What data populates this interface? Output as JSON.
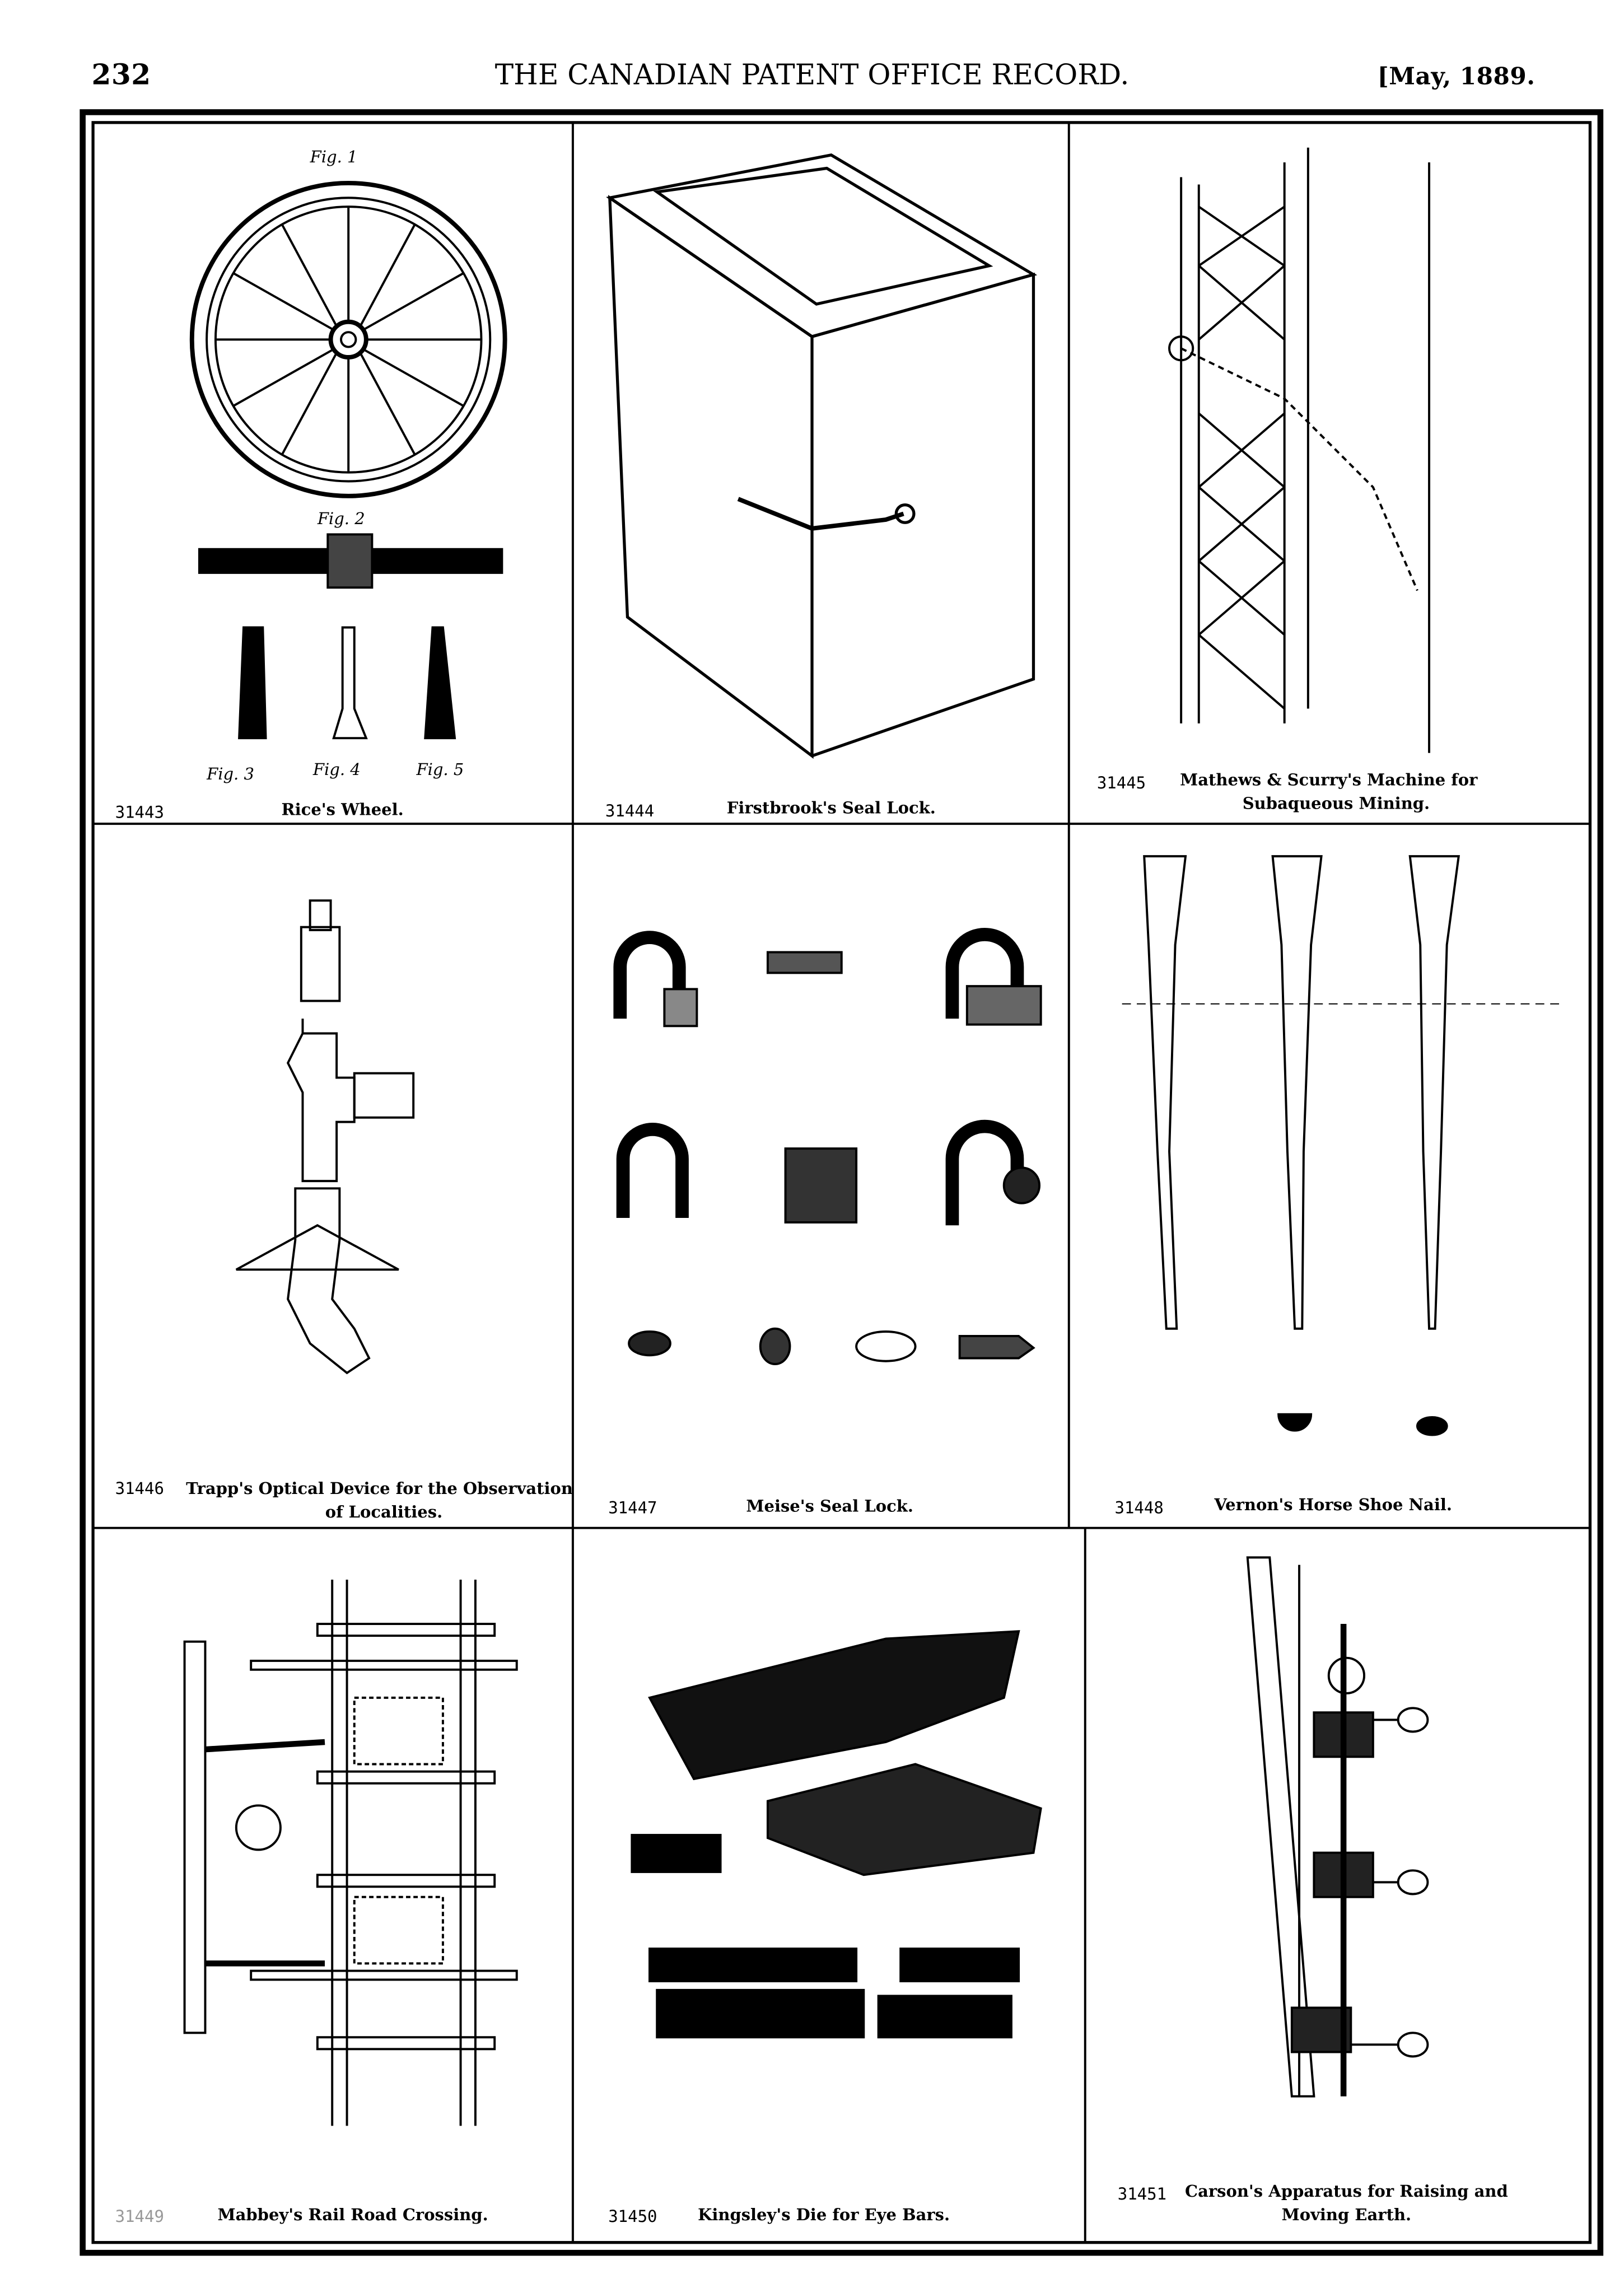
{
  "header": {
    "page_number": "232",
    "title": "THE CANADIAN PATENT OFFICE RECORD.",
    "date": "[May, 1889."
  },
  "figures": [
    {
      "number": "31443",
      "caption": [
        "Rice's Wheel."
      ],
      "labels": [
        "Fig. 1",
        "Fig. 2",
        "Fig. 3",
        "Fig. 4",
        "Fig. 5"
      ]
    },
    {
      "number": "31444",
      "caption": [
        "Firstbrook's Seal Lock."
      ]
    },
    {
      "number": "31445",
      "caption": [
        "Mathews & Scurry's Machine for",
        "Subaqueous Mining."
      ]
    },
    {
      "number": "31446",
      "caption": [
        "Trapp's Optical Device for the Observation",
        "of Localities."
      ]
    },
    {
      "number": "31447",
      "caption": [
        "Meise's Seal Lock."
      ]
    },
    {
      "number": "31448",
      "caption": [
        "Vernon's Horse Shoe Nail."
      ]
    },
    {
      "number": "31449",
      "caption": [
        "Mabbey's Rail Road Crossing."
      ]
    },
    {
      "number": "31450",
      "caption": [
        "Kingsley's Die for Eye Bars."
      ]
    },
    {
      "number": "31451",
      "caption": [
        "Carson's Apparatus for Raising and",
        "Moving Earth."
      ]
    }
  ]
}
